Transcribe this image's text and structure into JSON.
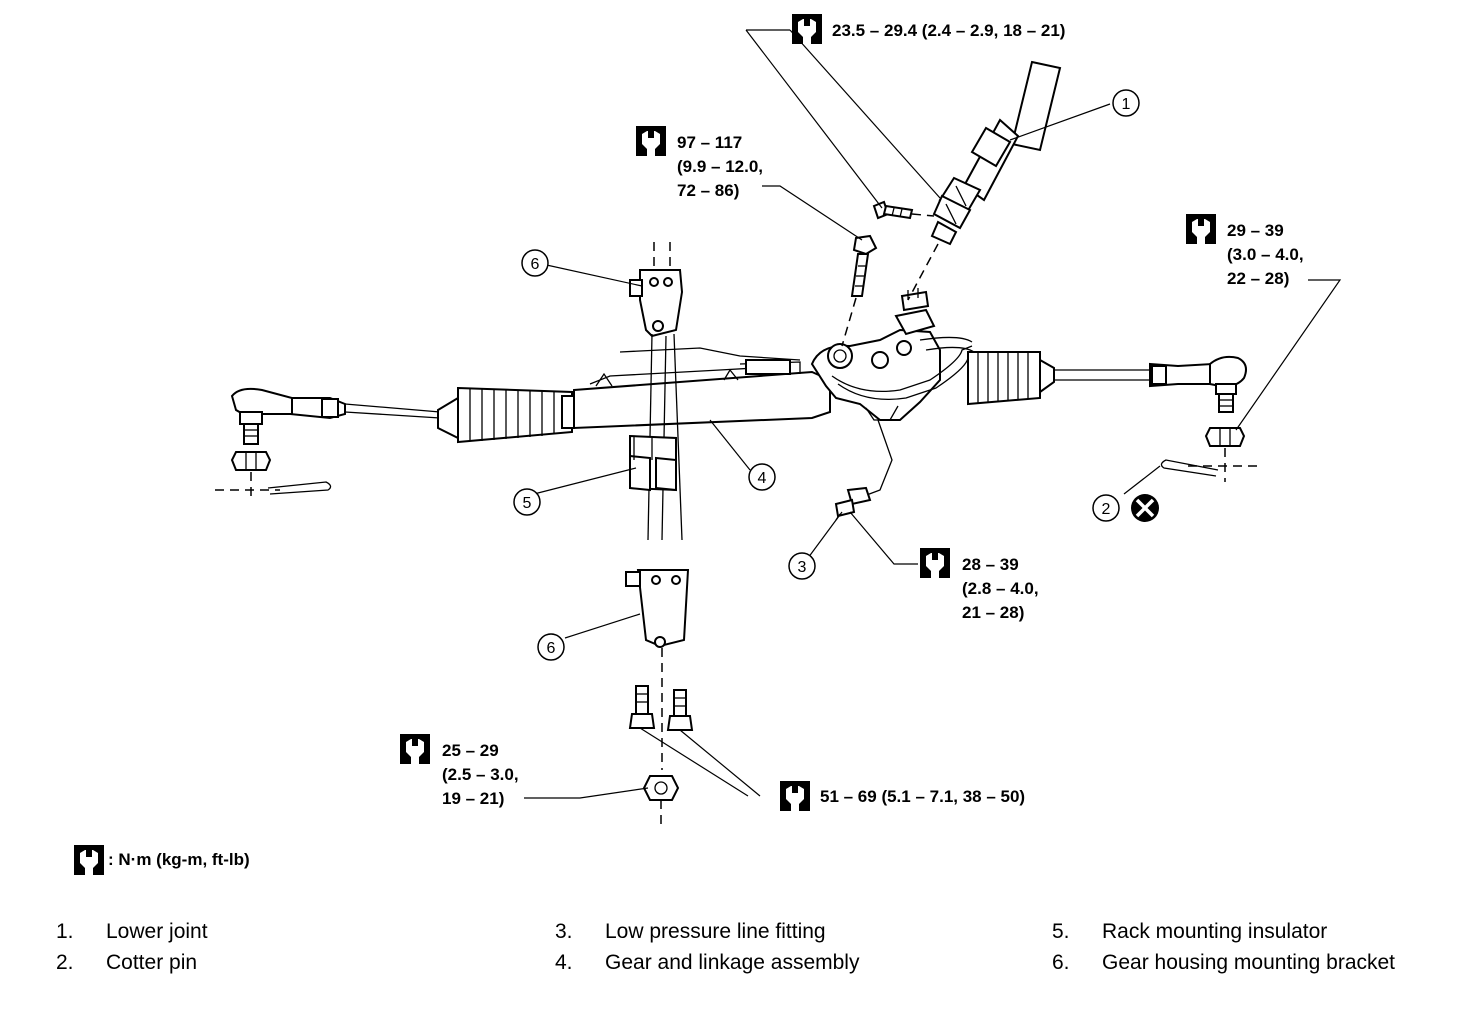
{
  "torque_specs": {
    "lower_joint_bolt": "23.5 – 29.4 (2.4 – 2.9, 18 – 21)",
    "gear_bolt": [
      "97 – 117",
      "(9.9 – 12.0,",
      "72 – 86)"
    ],
    "tie_rod_nut_right": [
      "29 – 39",
      "(3.0 – 4.0,",
      "22 – 28)"
    ],
    "line_fitting": [
      "28 – 39",
      "(2.8 – 4.0,",
      "21 – 28)"
    ],
    "bracket_nut": [
      "25 – 29",
      "(2.5 – 3.0,",
      "19 – 21)"
    ],
    "bracket_bolts": "51 – 69 (5.1 – 7.1, 38 – 50)"
  },
  "unit_note": ": N·m (kg-m, ft-lb)",
  "callouts": {
    "lower_joint": "1",
    "cotter_pin": "2",
    "line_fitting": "3",
    "gear_assembly": "4",
    "insulator": "5",
    "bracket_upper": "6",
    "bracket_lower": "6"
  },
  "legend": [
    {
      "num": "1.",
      "label": "Lower joint"
    },
    {
      "num": "2.",
      "label": "Cotter pin"
    },
    {
      "num": "3.",
      "label": "Low pressure line fitting"
    },
    {
      "num": "4.",
      "label": "Gear and linkage assembly"
    },
    {
      "num": "5.",
      "label": "Rack mounting insulator"
    },
    {
      "num": "6.",
      "label": "Gear housing mounting bracket"
    }
  ],
  "icons": [
    "torque-wrench-icon",
    "do-not-reuse-icon"
  ]
}
